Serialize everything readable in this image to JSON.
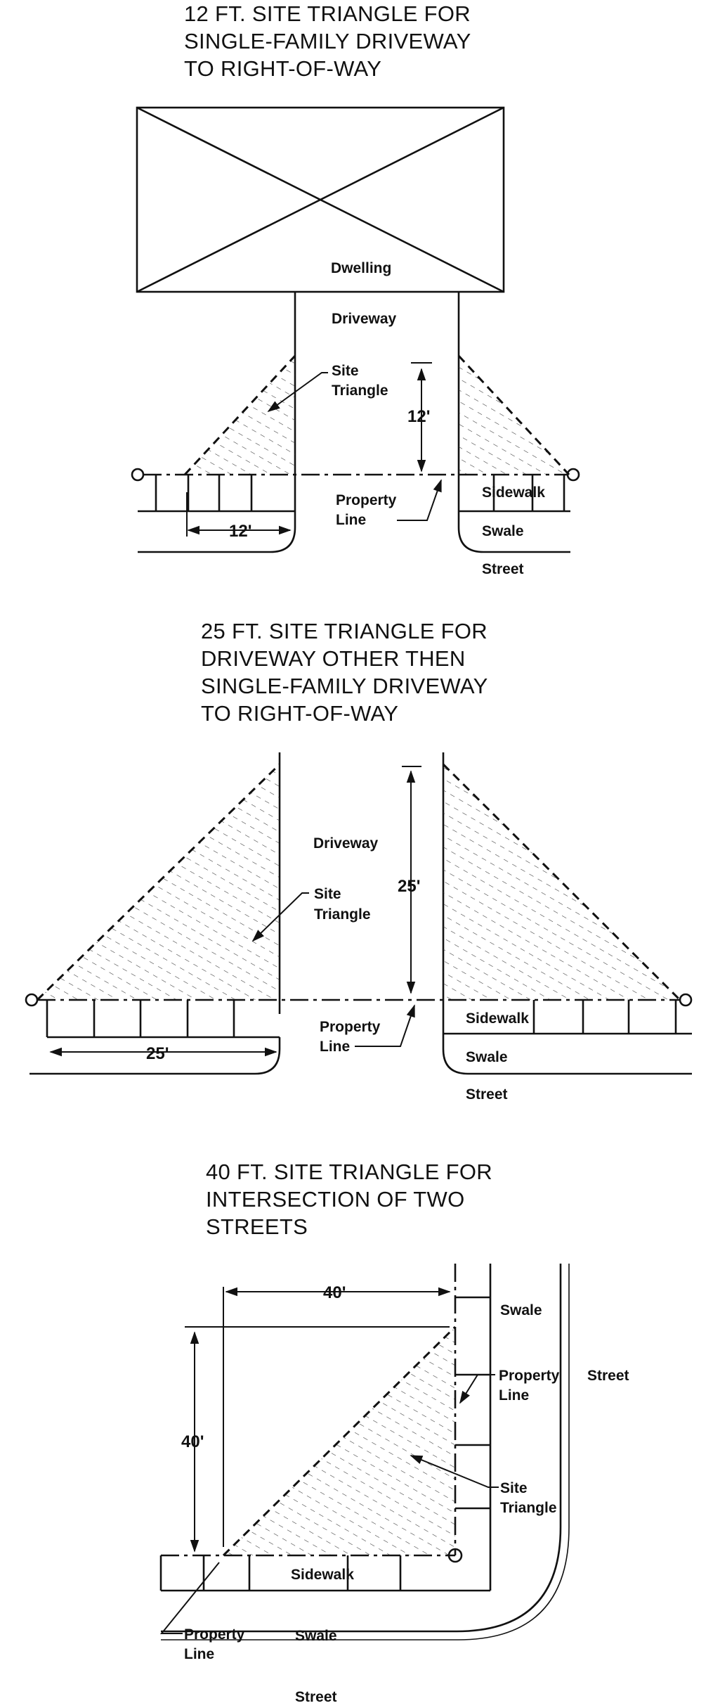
{
  "diagram1": {
    "title": [
      "12 FT. SITE TRIANGLE FOR",
      "SINGLE-FAMILY DRIVEWAY",
      "TO RIGHT-OF-WAY"
    ],
    "dwelling": "Dwelling",
    "driveway": "Driveway",
    "site_triangle": [
      "Site",
      "Triangle"
    ],
    "dim_vertical": "12'",
    "dim_horizontal": "12'",
    "property_line": [
      "Property",
      "Line"
    ],
    "sidewalk": "Sidewalk",
    "swale": "Swale",
    "street": "Street"
  },
  "diagram2": {
    "title": [
      "25 FT. SITE TRIANGLE FOR",
      "DRIVEWAY OTHER THEN",
      "SINGLE-FAMILY DRIVEWAY",
      "TO RIGHT-OF-WAY"
    ],
    "driveway": "Driveway",
    "site_triangle": [
      "Site",
      "Triangle"
    ],
    "dim_vertical": "25'",
    "dim_horizontal": "25'",
    "property_line": [
      "Property",
      "Line"
    ],
    "sidewalk": "Sidewalk",
    "swale": "Swale",
    "street": "Street"
  },
  "diagram3": {
    "title": [
      "40 FT. SITE TRIANGLE FOR",
      "INTERSECTION OF TWO",
      "STREETS"
    ],
    "dim_horizontal": "40'",
    "dim_vertical": "40'",
    "swale_top": "Swale",
    "property_line_right": [
      "Property",
      "Line"
    ],
    "street_right": "Street",
    "site_triangle": [
      "Site",
      "Triangle"
    ],
    "sidewalk": "Sidewalk",
    "property_line_left": [
      "Property",
      "Line"
    ],
    "swale_bottom": "Swale",
    "street_bottom": "Street"
  }
}
